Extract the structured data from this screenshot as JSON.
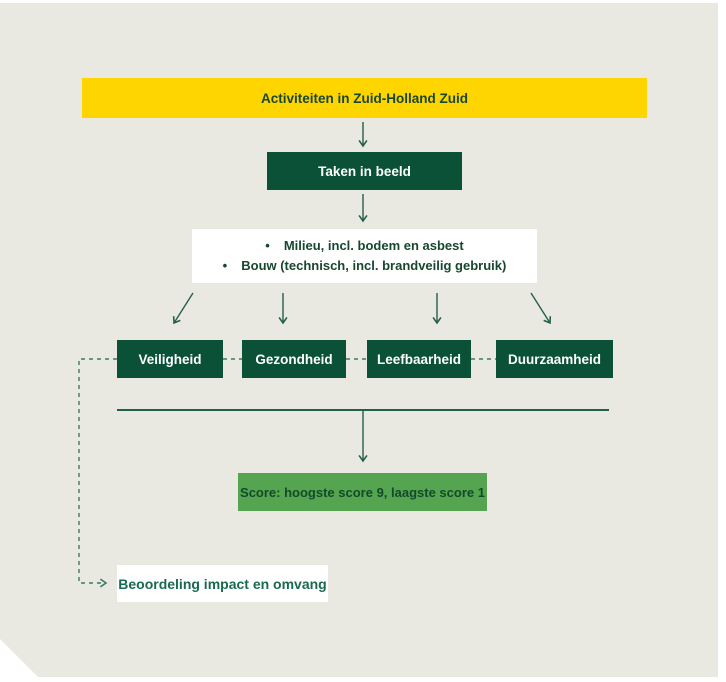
{
  "diagram": {
    "title_banner": "Activiteiten in Zuid-Holland Zuid",
    "step_taken": "Taken in beeld",
    "tasks": {
      "bullet_char": "•",
      "items": [
        "Milieu, incl. bodem en asbest",
        "Bouw (technisch, incl. brandveilig gebruik)"
      ]
    },
    "pillars": [
      "Veiligheid",
      "Gezondheid",
      "Leefbaarheid",
      "Duurzaamheid"
    ],
    "score_label": "Score: hoogste score 9, laagste score 1",
    "assessment_label": "Beoordeling impact en omvang"
  },
  "colors": {
    "panel_background": "#e9e8e1",
    "banner_yellow": "#ffd500",
    "dark_green": "#0a5138",
    "score_green": "#55a44f",
    "connector_green": "#23604a",
    "dashed_green": "#3c7a5e",
    "text_on_dark": "#ffffff",
    "text_dark_green": "#17472f"
  }
}
